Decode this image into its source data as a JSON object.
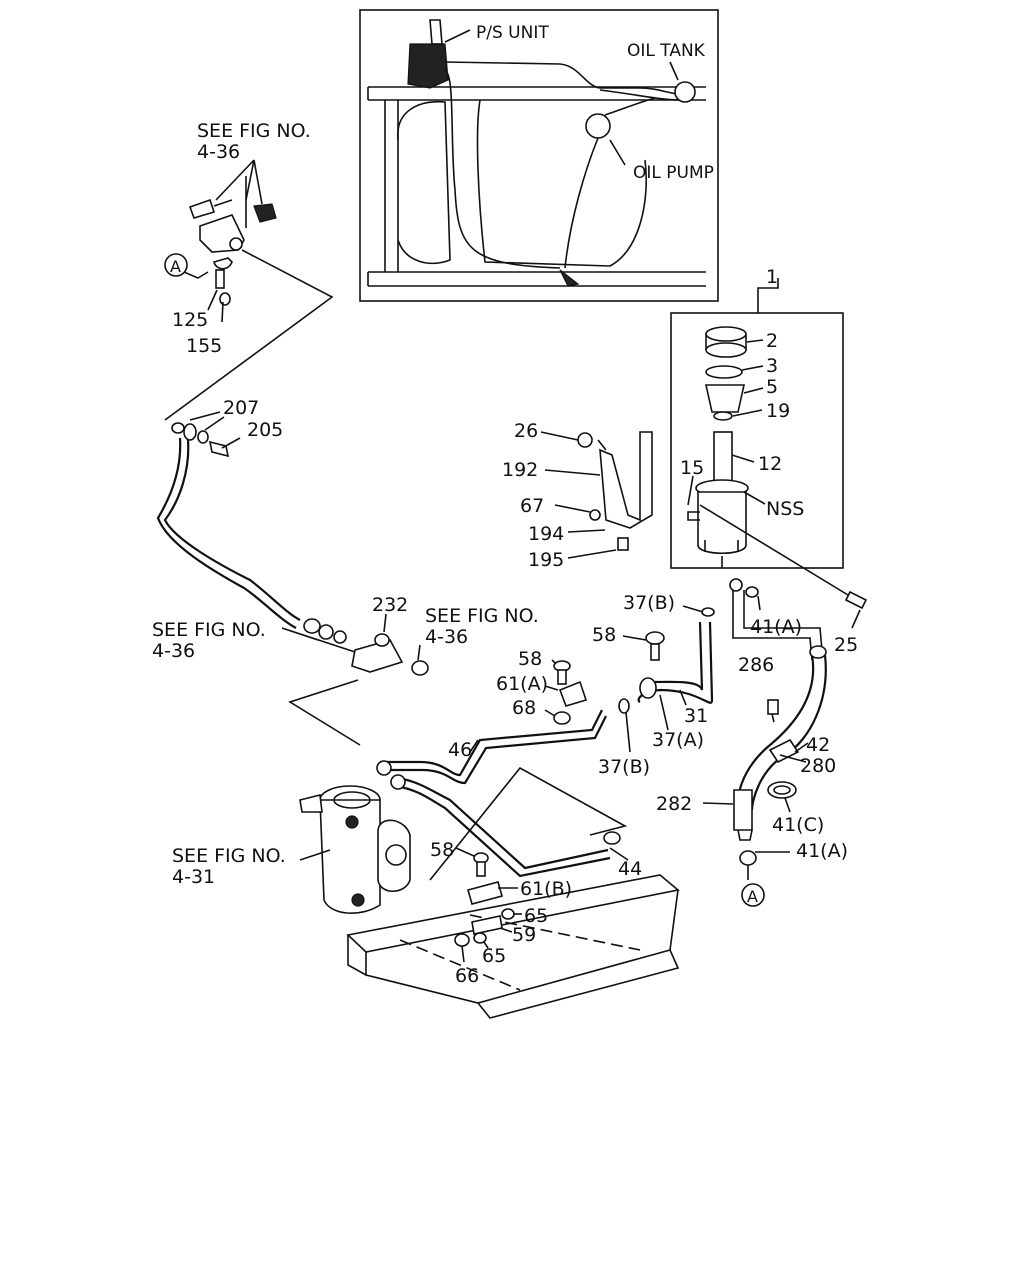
{
  "inset": {
    "ps_unit": "P/S UNIT",
    "oil_tank": "OIL TANK",
    "oil_pump": "OIL PUMP"
  },
  "refs": {
    "fig_4_36_top_a": "SEE FIG NO.",
    "fig_4_36_top_b": "4-36",
    "fig_4_36_left_a": "SEE FIG NO.",
    "fig_4_36_left_b": "4-36",
    "fig_4_36_mid_a": "SEE FIG NO.",
    "fig_4_36_mid_b": "4-36",
    "fig_4_31_a": "SEE FIG NO.",
    "fig_4_31_b": "4-31"
  },
  "callouts": {
    "a_top": "A",
    "a_bottom": "A"
  },
  "parts": {
    "p1": "1",
    "p2": "2",
    "p3": "3",
    "p5": "5",
    "p19": "19",
    "p12": "12",
    "p15": "15",
    "nss": "NSS",
    "p26": "26",
    "p192": "192",
    "p67": "67",
    "p194": "194",
    "p195": "195",
    "p25": "25",
    "p37b_1": "37(B)",
    "p41a_1": "41(A)",
    "p58_1": "58",
    "p58_2": "58",
    "p61a": "61(A)",
    "p68": "68",
    "p31": "31",
    "p37a": "37(A)",
    "p37b_2": "37(B)",
    "p286": "286",
    "p42": "42",
    "p280": "280",
    "p282": "282",
    "p41c": "41(C)",
    "p41a_2": "41(A)",
    "p46": "46",
    "p44": "44",
    "p58_3": "58",
    "p61b": "61(B)",
    "p65_1": "65",
    "p59": "59",
    "p65_2": "65",
    "p66": "66",
    "p232": "232",
    "p207": "207",
    "p205": "205",
    "p125": "125",
    "p155": "155"
  }
}
